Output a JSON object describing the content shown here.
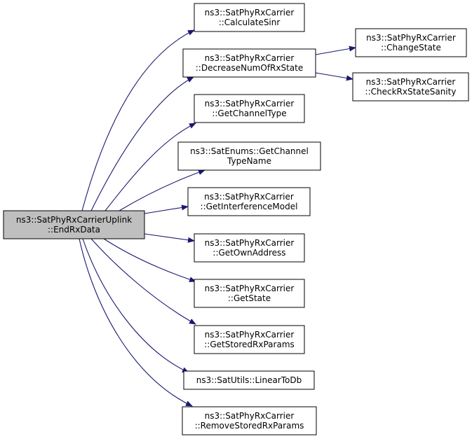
{
  "colors": {
    "edge": "#191970",
    "root_fill": "#bfbfbf",
    "node_fill": "#ffffff",
    "border": "#000000"
  },
  "nodes": [
    {
      "id": "root",
      "lines": [
        "ns3::SatPhyRxCarrierUplink",
        "::EndRxData"
      ],
      "highlighted": true
    },
    {
      "id": "calculate-sinr",
      "lines": [
        "ns3::SatPhyRxCarrier",
        "::CalculateSinr"
      ]
    },
    {
      "id": "decrease-num-of-rx-state",
      "lines": [
        "ns3::SatPhyRxCarrier",
        "::DecreaseNumOfRxState"
      ]
    },
    {
      "id": "change-state",
      "lines": [
        "ns3::SatPhyRxCarrier",
        "::ChangeState"
      ]
    },
    {
      "id": "check-rx-state-sanity",
      "lines": [
        "ns3::SatPhyRxCarrier",
        "::CheckRxStateSanity"
      ]
    },
    {
      "id": "get-channel-type",
      "lines": [
        "ns3::SatPhyRxCarrier",
        "::GetChannelType"
      ]
    },
    {
      "id": "get-channel-type-name",
      "lines": [
        "ns3::SatEnums::GetChannel",
        "TypeName"
      ]
    },
    {
      "id": "get-interference-model",
      "lines": [
        "ns3::SatPhyRxCarrier",
        "::GetInterferenceModel"
      ]
    },
    {
      "id": "get-own-address",
      "lines": [
        "ns3::SatPhyRxCarrier",
        "::GetOwnAddress"
      ]
    },
    {
      "id": "get-state",
      "lines": [
        "ns3::SatPhyRxCarrier",
        "::GetState"
      ]
    },
    {
      "id": "get-stored-rx-params",
      "lines": [
        "ns3::SatPhyRxCarrier",
        "::GetStoredRxParams"
      ]
    },
    {
      "id": "linear-to-db",
      "lines": [
        "ns3::SatUtils::LinearToDb"
      ]
    },
    {
      "id": "remove-stored-rx-params",
      "lines": [
        "ns3::SatPhyRxCarrier",
        "::RemoveStoredRxParams"
      ]
    }
  ],
  "edges": [
    {
      "from": "root",
      "to": "calculate-sinr"
    },
    {
      "from": "root",
      "to": "decrease-num-of-rx-state"
    },
    {
      "from": "decrease-num-of-rx-state",
      "to": "change-state"
    },
    {
      "from": "decrease-num-of-rx-state",
      "to": "check-rx-state-sanity"
    },
    {
      "from": "root",
      "to": "get-channel-type"
    },
    {
      "from": "root",
      "to": "get-channel-type-name"
    },
    {
      "from": "root",
      "to": "get-interference-model"
    },
    {
      "from": "root",
      "to": "get-own-address"
    },
    {
      "from": "root",
      "to": "get-state"
    },
    {
      "from": "root",
      "to": "get-stored-rx-params"
    },
    {
      "from": "root",
      "to": "linear-to-db"
    },
    {
      "from": "root",
      "to": "remove-stored-rx-params"
    }
  ]
}
